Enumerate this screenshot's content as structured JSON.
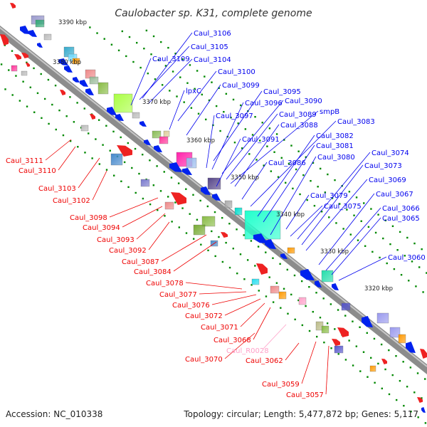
{
  "title": "Caulobacter sp. K31, complete genome",
  "footer": {
    "accession": "Accession: NC_010338",
    "summary": "Topology: circular; Length: 5,477,872 bp; Genes: 5,117"
  },
  "colors": {
    "forward": "#0000ee",
    "reverse": "#ee0000",
    "rna": "#ffa0c8",
    "backbone": "#888888",
    "tick": "#008800"
  },
  "kbp_labels": [
    "3390 kbp",
    "3380 kbp",
    "3370 kbp",
    "3360 kbp",
    "3350 kbp",
    "3340 kbp",
    "3330 kbp",
    "3320 kbp"
  ],
  "forward_genes": [
    "Caul_3106",
    "Caul_3105",
    "Caul_3109",
    "Caul_3104",
    "Caul_3100",
    "lpxC",
    "Caul_3099",
    "Caul_3095",
    "Caul_3096",
    "Caul_3090",
    "Caul_3097",
    "Caul_3089",
    "smpB",
    "Caul_3088",
    "Caul_3083",
    "Caul_3091",
    "Caul_3082",
    "Caul_3081",
    "Caul_3086",
    "Caul_3080",
    "Caul_3074",
    "Caul_3073",
    "Caul_3069",
    "Caul_3079",
    "Caul_3067",
    "Caul_3075",
    "Caul_3066",
    "Caul_3065",
    "Caul_3060"
  ],
  "reverse_genes": [
    "Caul_3111",
    "Caul_3110",
    "Caul_3103",
    "Caul_3102",
    "Caul_3098",
    "Caul_3094",
    "Caul_3093",
    "Caul_3092",
    "Caul_3087",
    "Caul_3084",
    "Caul_3078",
    "Caul_3077",
    "Caul_3076",
    "Caul_3072",
    "Caul_3071",
    "Caul_3068",
    "Caul_3070",
    "Caul_3062",
    "Caul_3059",
    "Caul_3057"
  ],
  "rna_genes": [
    "Caul_R0028"
  ]
}
